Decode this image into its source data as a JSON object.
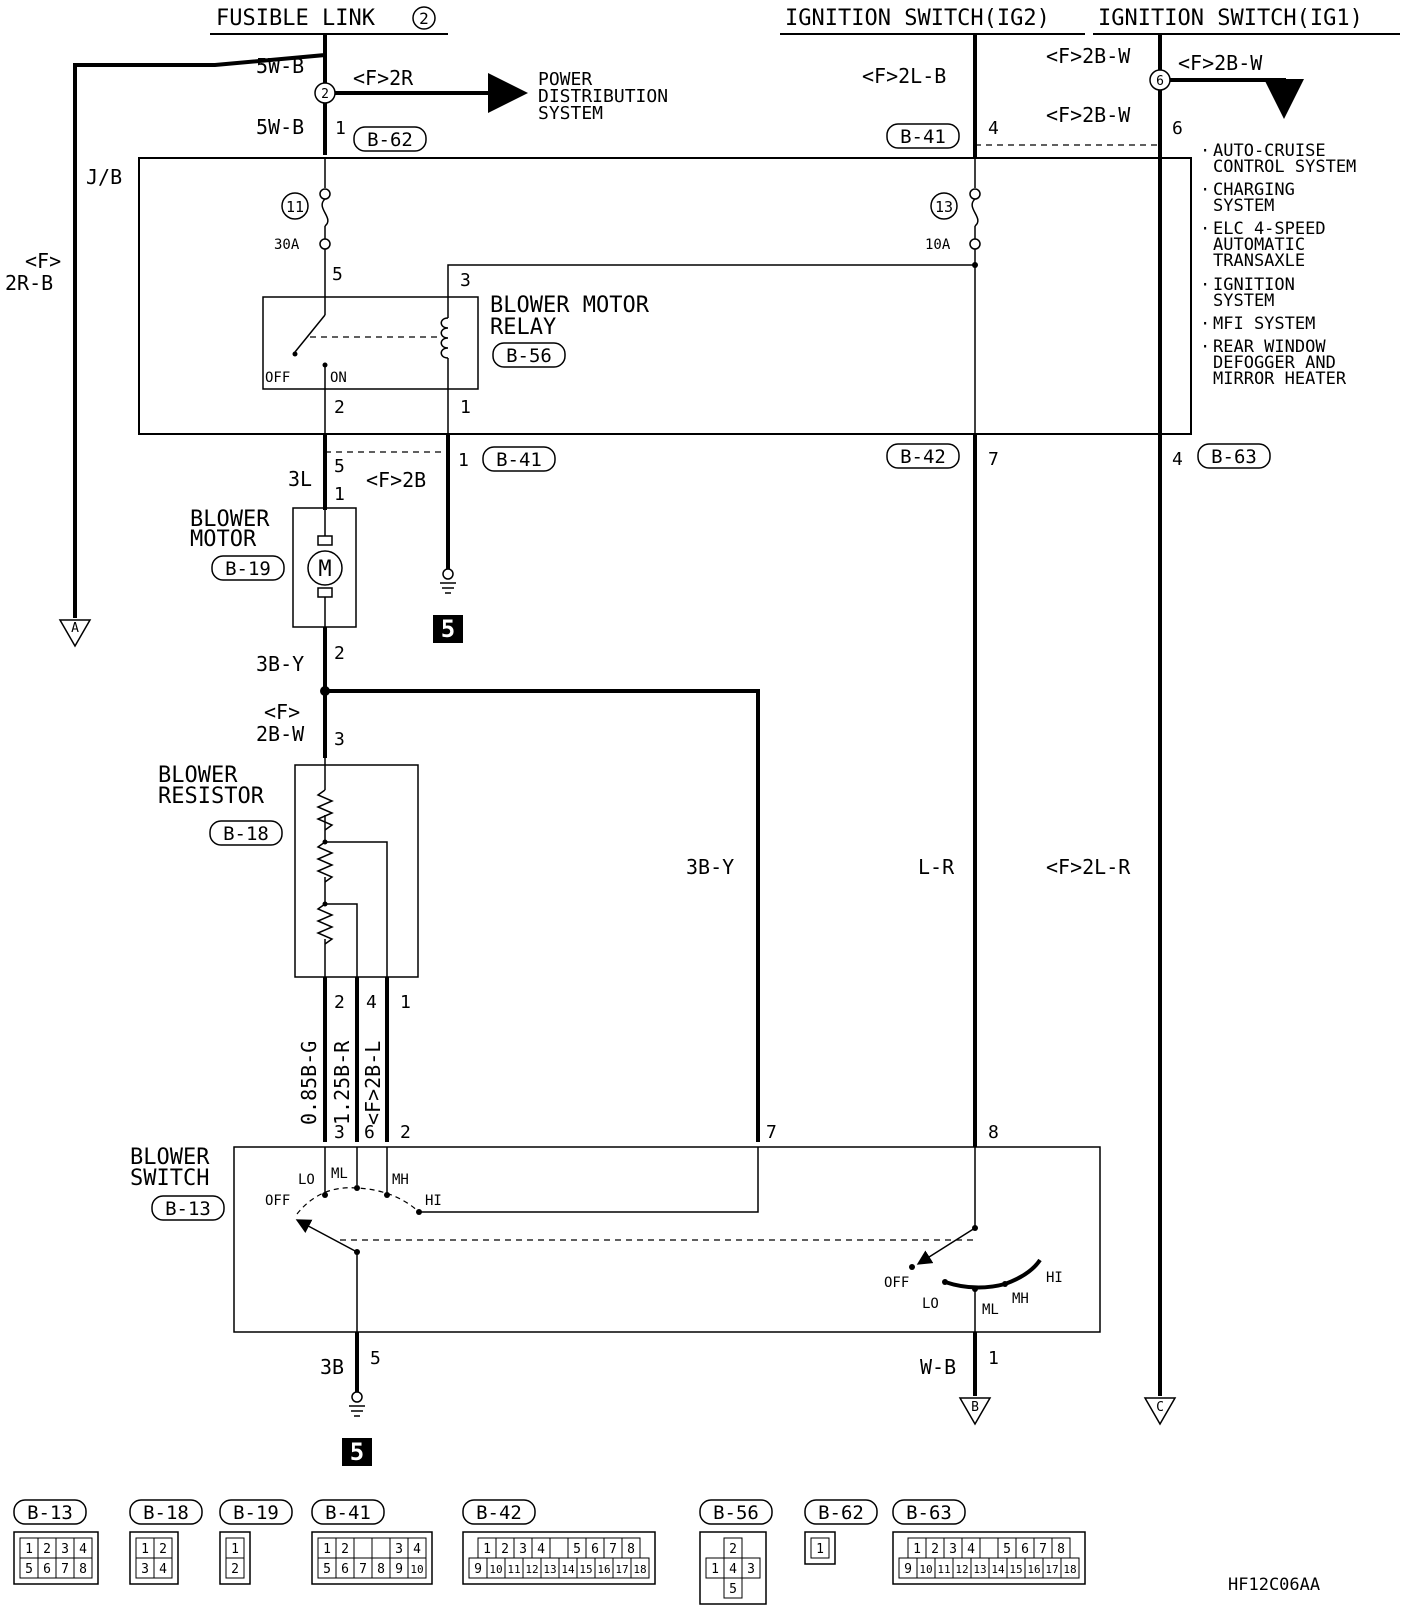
{
  "headers": {
    "fusible_link": "FUSIBLE LINK",
    "fusible_link_num": "2",
    "ig2": "IGNITION SWITCH(IG2)",
    "ig1": "IGNITION SWITCH(IG1)"
  },
  "wires": {
    "w5wb_top": "5W-B",
    "w5wb": "5W-B",
    "f2r": "<F>2R",
    "f2rb_top": "<F>",
    "f2rb_bot": "2R-B",
    "f2lb": "<F>2L-B",
    "f2bw_top": "<F>2B-W",
    "f2bw_right": "<F>2B-W",
    "f2bw_mid": "<F>2B-W",
    "w3l": "3L",
    "f2b": "<F>2B",
    "w3by_a": "3B-Y",
    "w2bw_top": "<F>",
    "w2bw_bot": "2B-W",
    "w3by_b": "3B-Y",
    "wlr": "L-R",
    "f2lr": "<F>2L-R",
    "w085": "0.85B-G",
    "w125": "1.25B-R",
    "wf2bl": "<F>2B-L",
    "w3b": "3B",
    "wwb": "W-B",
    "jb": "J/B"
  },
  "power_dist": [
    "POWER",
    "DISTRIBUTION",
    "SYSTEM"
  ],
  "systems": [
    [
      "AUTO-CRUISE",
      "CONTROL SYSTEM"
    ],
    [
      "CHARGING",
      "SYSTEM"
    ],
    [
      "ELC 4-SPEED",
      "AUTOMATIC",
      "TRANSAXLE"
    ],
    [
      "IGNITION",
      "SYSTEM"
    ],
    [
      "MFI SYSTEM"
    ],
    [
      "REAR WINDOW",
      "DEFOGGER AND",
      "MIRROR HEATER"
    ]
  ],
  "fuses": {
    "f11": "11",
    "f11_amp": "30A",
    "f13": "13",
    "f13_amp": "10A",
    "node2": "2",
    "node6": "6"
  },
  "components": {
    "relay": [
      "BLOWER MOTOR",
      "RELAY"
    ],
    "relay_conn": "B-56",
    "relay_off": "OFF",
    "relay_on": "ON",
    "motor": [
      "BLOWER",
      "MOTOR"
    ],
    "motor_conn": "B-19",
    "motor_symbol": "M",
    "resistor": [
      "BLOWER",
      "RESISTOR"
    ],
    "resistor_conn": "B-18",
    "switch": [
      "BLOWER",
      "SWITCH"
    ],
    "switch_conn": "B-13"
  },
  "connectors": {
    "b62": "B-62",
    "b41_top": "B-41",
    "b41_mid": "B-41",
    "b42": "B-42",
    "b63": "B-63"
  },
  "pins": {
    "p1_b62": "1",
    "p4_b41": "4",
    "p6_b41": "6",
    "p5_fuse": "5",
    "p3_relay": "3",
    "p2_relay": "2",
    "p1_relay": "1",
    "p5_b41": "5",
    "p1_b41": "1",
    "p7_b42": "7",
    "p4_b63": "4",
    "p1_motor": "1",
    "p2_motor": "2",
    "p3_res": "3",
    "p2_res": "2",
    "p4_res": "4",
    "p1_res": "1",
    "p3_sw": "3",
    "p6_sw": "6",
    "p2_sw": "2",
    "p7_sw": "7",
    "p8_sw": "8",
    "p5_sw": "5",
    "p1_sw": "1"
  },
  "switch_positions": {
    "lo": "LO",
    "ml": "ML",
    "mh": "MH",
    "hi": "HI",
    "off": "OFF",
    "lo2": "LO",
    "ml2": "ML",
    "mh2": "MH",
    "hi2": "HI",
    "off2": "OFF"
  },
  "grounds": {
    "g1": "5",
    "g2": "5"
  },
  "terminals": {
    "a": "A",
    "b": "B",
    "c": "C"
  },
  "connector_views": [
    {
      "label": "B-13",
      "rows": [
        [
          "1",
          "2",
          "3",
          "4"
        ],
        [
          "5",
          "6",
          "7",
          "8"
        ]
      ]
    },
    {
      "label": "B-18",
      "rows": [
        [
          "1",
          "2"
        ],
        [
          "3",
          "4"
        ]
      ]
    },
    {
      "label": "B-19",
      "rows": [
        [
          "1"
        ],
        [
          "2"
        ]
      ]
    },
    {
      "label": "B-41",
      "rows": [
        [
          "1",
          "2",
          "",
          "",
          "3",
          "4"
        ],
        [
          "5",
          "6",
          "7",
          "8",
          "9",
          "10"
        ]
      ]
    },
    {
      "label": "B-42",
      "rows": [
        [
          "1",
          "2",
          "3",
          "4",
          "",
          "5",
          "6",
          "7",
          "8"
        ],
        [
          "9",
          "10",
          "11",
          "12",
          "13",
          "14",
          "15",
          "16",
          "17",
          "18"
        ]
      ]
    },
    {
      "label": "B-56",
      "rows": [
        [
          "2"
        ],
        [
          "1",
          "4",
          "3"
        ],
        [
          "5"
        ]
      ]
    },
    {
      "label": "B-62",
      "rows": [
        [
          "1"
        ]
      ]
    },
    {
      "label": "B-63",
      "rows": [
        [
          "1",
          "2",
          "3",
          "4",
          "",
          "5",
          "6",
          "7",
          "8"
        ],
        [
          "9",
          "10",
          "11",
          "12",
          "13",
          "14",
          "15",
          "16",
          "17",
          "18"
        ]
      ]
    }
  ],
  "code": "HF12C06AA"
}
